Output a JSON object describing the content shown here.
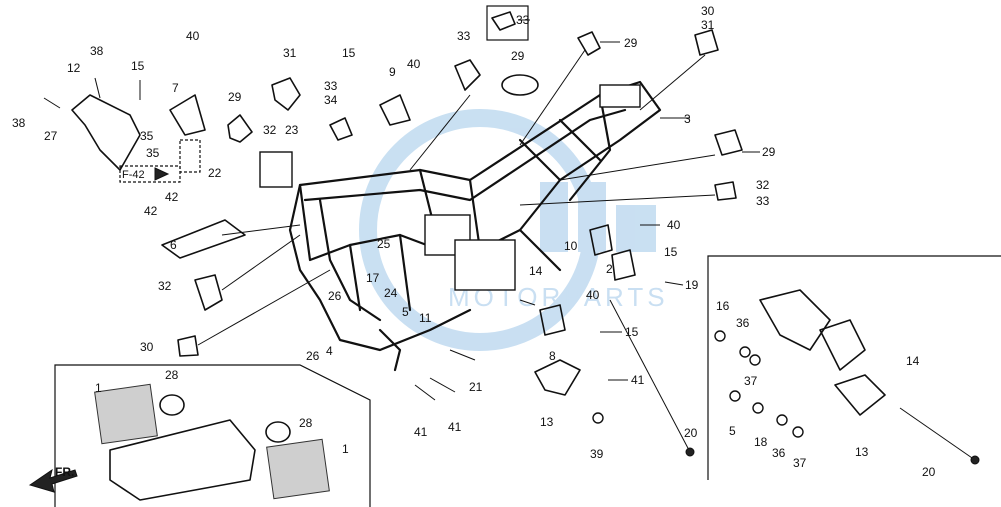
{
  "diagram": {
    "callouts": [
      {
        "id": "c38a",
        "text": "38"
      },
      {
        "id": "c12",
        "text": "12"
      },
      {
        "id": "c38b",
        "text": "38"
      },
      {
        "id": "c15a",
        "text": "15"
      },
      {
        "id": "c27",
        "text": "27"
      },
      {
        "id": "c7",
        "text": "7"
      },
      {
        "id": "c40a",
        "text": "40"
      },
      {
        "id": "c29a",
        "text": "29"
      },
      {
        "id": "c35a",
        "text": "35"
      },
      {
        "id": "c35b",
        "text": "35"
      },
      {
        "id": "c31a",
        "text": "31"
      },
      {
        "id": "c15b",
        "text": "15"
      },
      {
        "id": "c33a",
        "text": "33"
      },
      {
        "id": "c34",
        "text": "34"
      },
      {
        "id": "c9",
        "text": "9"
      },
      {
        "id": "c40b",
        "text": "40"
      },
      {
        "id": "c32a",
        "text": "32"
      },
      {
        "id": "c23",
        "text": "23"
      },
      {
        "id": "c33b",
        "text": "33"
      },
      {
        "id": "c33c",
        "text": "33"
      },
      {
        "id": "c29b",
        "text": "29"
      },
      {
        "id": "c29c",
        "text": "29"
      },
      {
        "id": "c30a",
        "text": "30"
      },
      {
        "id": "c31b",
        "text": "31"
      },
      {
        "id": "c3",
        "text": "3"
      },
      {
        "id": "c29d",
        "text": "29"
      },
      {
        "id": "c32b",
        "text": "32"
      },
      {
        "id": "c33d",
        "text": "33"
      },
      {
        "id": "c22",
        "text": "22"
      },
      {
        "id": "c42a",
        "text": "42"
      },
      {
        "id": "c42b",
        "text": "42"
      },
      {
        "id": "c6",
        "text": "6"
      },
      {
        "id": "c32c",
        "text": "32"
      },
      {
        "id": "c30b",
        "text": "30"
      },
      {
        "id": "c25",
        "text": "25"
      },
      {
        "id": "c17",
        "text": "17"
      },
      {
        "id": "c26a",
        "text": "26"
      },
      {
        "id": "c24",
        "text": "24"
      },
      {
        "id": "c5a",
        "text": "5"
      },
      {
        "id": "c11",
        "text": "11"
      },
      {
        "id": "c26b",
        "text": "26"
      },
      {
        "id": "c4",
        "text": "4"
      },
      {
        "id": "c40c",
        "text": "40"
      },
      {
        "id": "c10",
        "text": "10"
      },
      {
        "id": "c15c",
        "text": "15"
      },
      {
        "id": "c2",
        "text": "2"
      },
      {
        "id": "c19",
        "text": "19"
      },
      {
        "id": "c14a",
        "text": "14"
      },
      {
        "id": "c40d",
        "text": "40"
      },
      {
        "id": "c15d",
        "text": "15"
      },
      {
        "id": "c8",
        "text": "8"
      },
      {
        "id": "c21",
        "text": "21"
      },
      {
        "id": "c41a",
        "text": "41"
      },
      {
        "id": "c41b",
        "text": "41"
      },
      {
        "id": "c41c",
        "text": "41"
      },
      {
        "id": "c13a",
        "text": "13"
      },
      {
        "id": "c20a",
        "text": "20"
      },
      {
        "id": "c39",
        "text": "39"
      },
      {
        "id": "c1a",
        "text": "1"
      },
      {
        "id": "c28a",
        "text": "28"
      },
      {
        "id": "c28b",
        "text": "28"
      },
      {
        "id": "c1b",
        "text": "1"
      },
      {
        "id": "c16",
        "text": "16"
      },
      {
        "id": "c36a",
        "text": "36"
      },
      {
        "id": "c37a",
        "text": "37"
      },
      {
        "id": "c5b",
        "text": "5"
      },
      {
        "id": "c18",
        "text": "18"
      },
      {
        "id": "c36b",
        "text": "36"
      },
      {
        "id": "c37b",
        "text": "37"
      },
      {
        "id": "c14b",
        "text": "14"
      },
      {
        "id": "c13b",
        "text": "13"
      },
      {
        "id": "c20b",
        "text": "20"
      }
    ],
    "ref_label": "F-42",
    "direction_label": "FR.",
    "watermark": "MOTORPARTS",
    "colors": {
      "ink": "#111111",
      "watermark": "#9dc6e8"
    }
  }
}
